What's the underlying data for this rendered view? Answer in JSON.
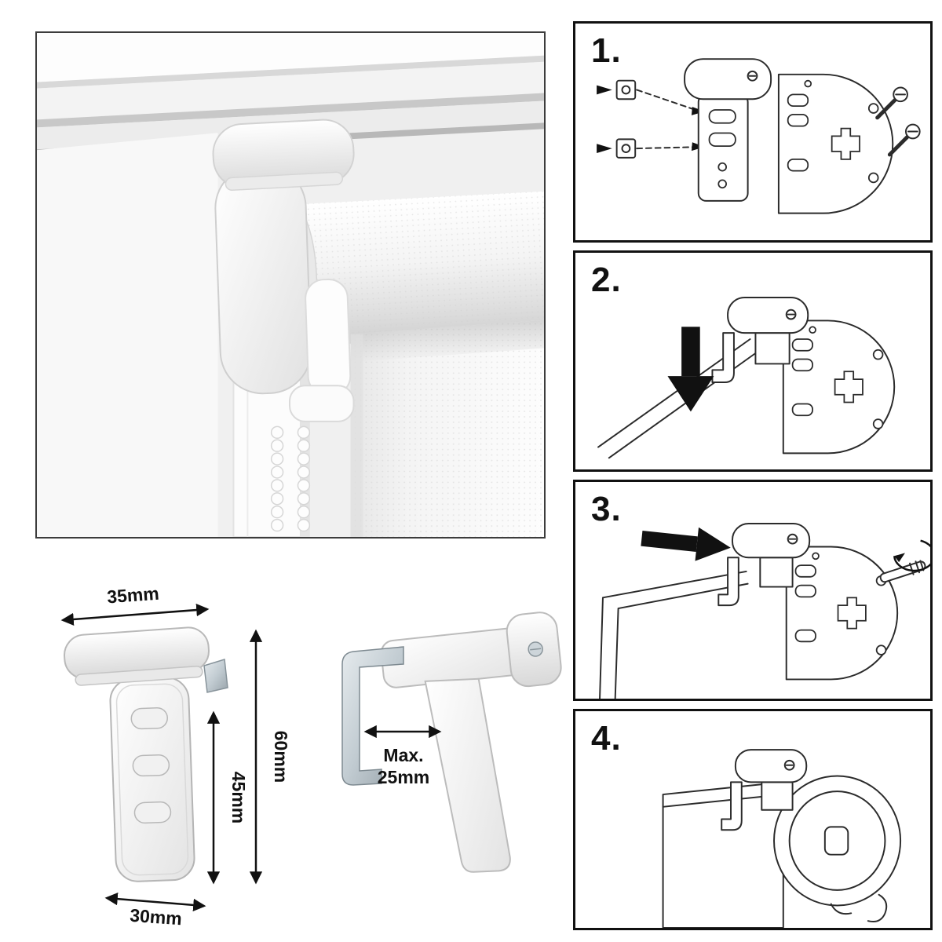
{
  "steps": [
    {
      "label": "1."
    },
    {
      "label": "2."
    },
    {
      "label": "3."
    },
    {
      "label": "4."
    }
  ],
  "dims": {
    "cap_width": "35mm",
    "total_height": "60mm",
    "plate_height": "45mm",
    "base_width": "30mm",
    "max_label": "Max.",
    "max_value": "25mm"
  },
  "colors": {
    "panel_border": "#111111",
    "photo_border": "#3c3c3c",
    "line_art": "#2b2b2b",
    "arrow_black": "#111111",
    "metal": "#b9c6ce",
    "photo_background": "#f0f0f0"
  }
}
